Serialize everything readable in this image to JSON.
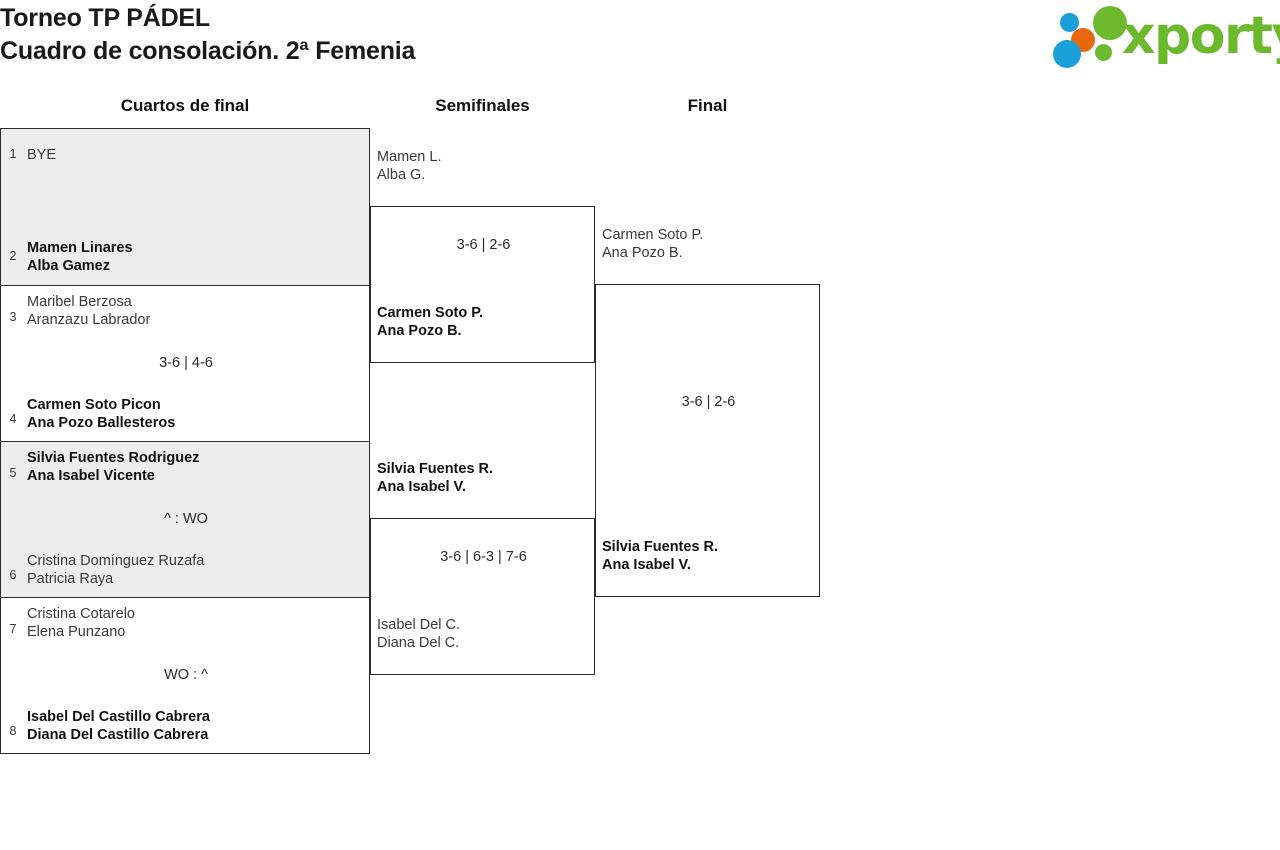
{
  "header": {
    "title_line1": "Torneo TP PÁDEL",
    "title_line2": "Cuadro de consolación. 2ª Femenia",
    "logo_text": "xporty",
    "logo_colors": {
      "green": "#6cb92d",
      "blue": "#1b9fd8",
      "orange": "#e8690b"
    }
  },
  "rounds": [
    {
      "label": "Cuartos de final"
    },
    {
      "label": "Semifinales"
    },
    {
      "label": "Final"
    }
  ],
  "quarterfinals": [
    {
      "shaded": true,
      "score": "",
      "top": {
        "seed": "1",
        "line1": "BYE",
        "line2": "",
        "winner": false
      },
      "bottom": {
        "seed": "2",
        "line1": "Mamen Linares",
        "line2": "Alba Gamez",
        "winner": true
      }
    },
    {
      "shaded": false,
      "score": "3-6 | 4-6",
      "top": {
        "seed": "3",
        "line1": "Maribel Berzosa",
        "line2": "Aranzazu Labrador",
        "winner": false
      },
      "bottom": {
        "seed": "4",
        "line1": "Carmen Soto Picon",
        "line2": "Ana Pozo Ballesteros",
        "winner": true
      }
    },
    {
      "shaded": true,
      "score": "^ : WO",
      "top": {
        "seed": "5",
        "line1": "Silvia Fuentes Rodriguez",
        "line2": "Ana Isabel Vicente",
        "winner": true
      },
      "bottom": {
        "seed": "6",
        "line1": "Cristina Domínguez Ruzafa",
        "line2": "Patricia Raya",
        "winner": false
      }
    },
    {
      "shaded": false,
      "score": "WO : ^",
      "top": {
        "seed": "7",
        "line1": "Cristina Cotarelo",
        "line2": "Elena Punzano",
        "winner": false
      },
      "bottom": {
        "seed": "8",
        "line1": "Isabel Del Castillo Cabrera",
        "line2": "Diana Del Castillo Cabrera",
        "winner": true
      }
    }
  ],
  "semifinals": [
    {
      "score": "3-6 | 2-6",
      "top": {
        "line1": "Mamen L.",
        "line2": "Alba G.",
        "winner": false
      },
      "bottom": {
        "line1": "Carmen Soto P.",
        "line2": "Ana Pozo B.",
        "winner": true
      }
    },
    {
      "score": "3-6 | 6-3 | 7-6",
      "top": {
        "line1": "Silvia Fuentes R.",
        "line2": "Ana Isabel V.",
        "winner": true
      },
      "bottom": {
        "line1": "Isabel Del C.",
        "line2": "Diana Del C.",
        "winner": false
      }
    }
  ],
  "final": {
    "score": "3-6 | 2-6",
    "top": {
      "line1": "Carmen Soto P.",
      "line2": "Ana Pozo B.",
      "winner": false
    },
    "bottom": {
      "line1": "Silvia Fuentes R.",
      "line2": "Ana Isabel V.",
      "winner": true
    }
  }
}
